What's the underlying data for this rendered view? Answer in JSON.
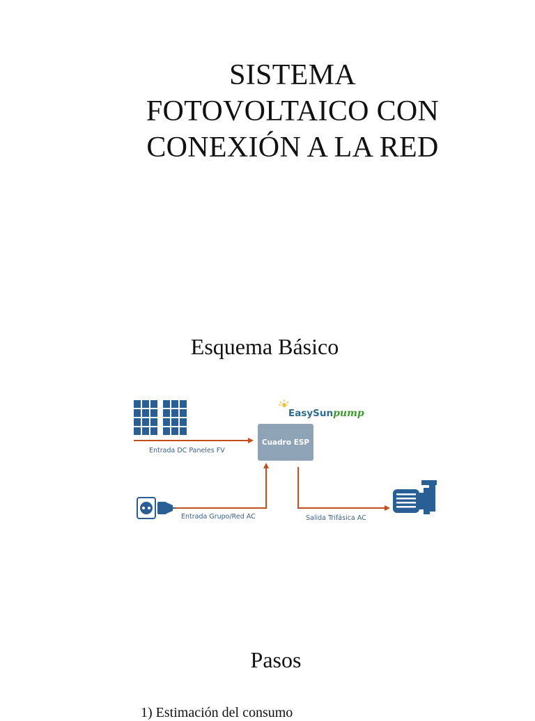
{
  "title": {
    "line1": "SISTEMA",
    "line2": "FOTOVOLTAICO CON",
    "line3": "CONEXIÓN A LA RED"
  },
  "subtitle": "Esquema Básico",
  "diagram": {
    "brand_part1": "EasySun",
    "brand_part2": "pump",
    "box_label": "Cuadro ESP",
    "label_dc_input": "Entrada DC Paneles FV",
    "label_ac_input": "Entrada Grupo/Red AC",
    "label_output": "Salida Trifásica AC",
    "icons": [
      "solar-panel-icon",
      "power-socket-icon",
      "plug-icon",
      "pump-motor-icon",
      "sun-icon"
    ],
    "colors": {
      "panel_blue": "#2a5f96",
      "arrow_orange": "#c0501f",
      "box_gray": "#8fa3b6",
      "brand_blue": "#2d6b8f",
      "brand_green": "#3d9a2f"
    }
  },
  "steps_heading": "Pasos",
  "steps": [
    "1) Estimación del consumo"
  ]
}
